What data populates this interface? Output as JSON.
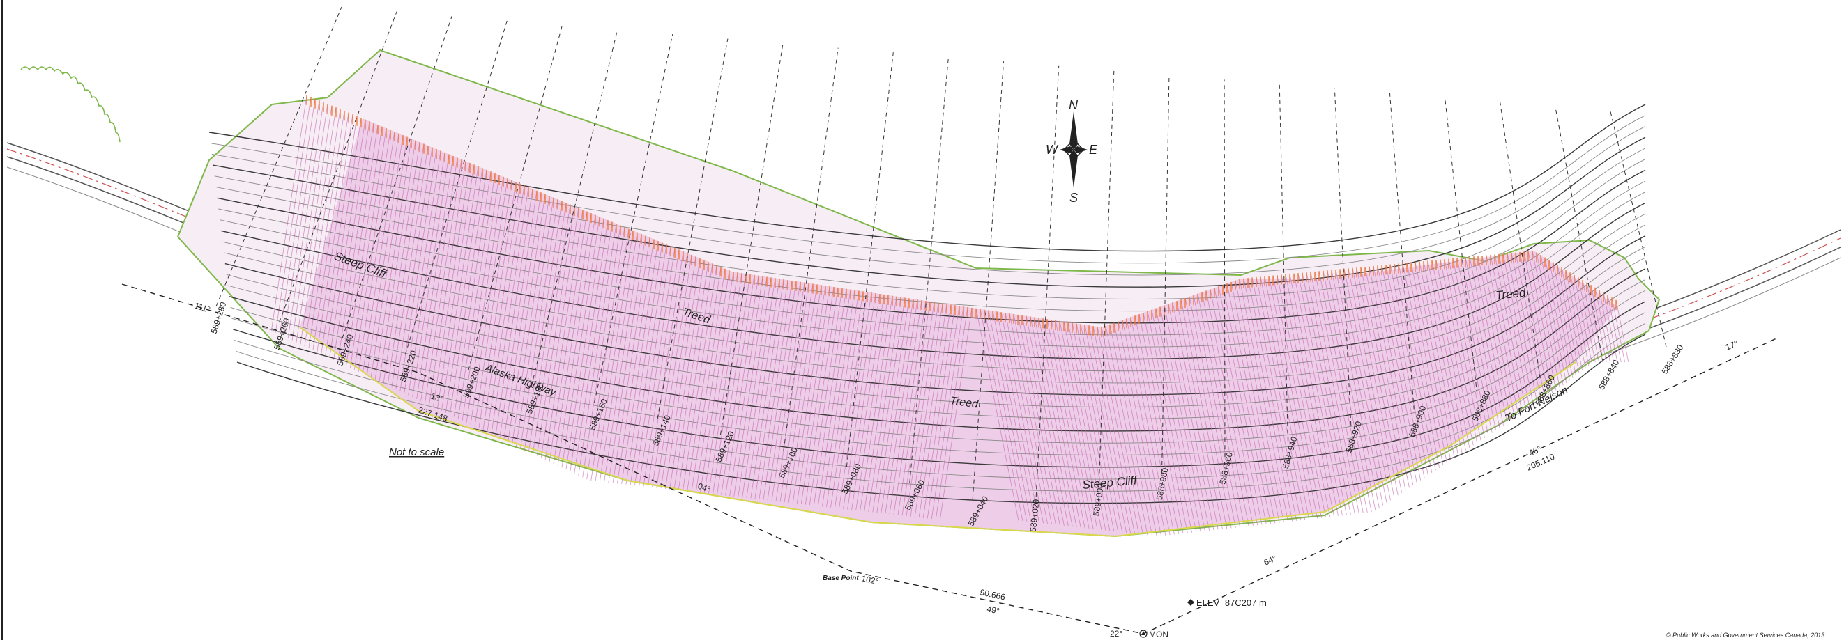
{
  "colors": {
    "contour": "#3a3a3a",
    "contour_light": "#8a8a8a",
    "boundary_green": "#7fb84a",
    "fill_magenta": "#b0308f",
    "fill_pink": "#e7b3dc",
    "edge_orange": "#f07a3a",
    "road_yellow": "#d8d84a",
    "centerline_red": "#d05050"
  },
  "compass": {
    "n": "N",
    "s": "S",
    "e": "E",
    "w": "W"
  },
  "areas": {
    "steep_cliff_top": "Steep Cliff",
    "treed_mid": "Treed",
    "treed_center": "Treed",
    "treed_right": "Treed",
    "steep_cliff_bottom": "Steep Cliff"
  },
  "road": {
    "highway": "Alaska Highway",
    "to_fort_nelson": "To Fort Nelson"
  },
  "note": "Not to scale",
  "chainage": [
    "589+280",
    "589+260",
    "589+240",
    "589+220",
    "589+200",
    "589+180",
    "589+160",
    "589+140",
    "589+120",
    "589+100",
    "589+080",
    "589+060",
    "589+040",
    "589+020",
    "589+000",
    "588+980",
    "588+960",
    "588+940",
    "588+920",
    "588+900",
    "588+880",
    "588+860",
    "588+840",
    "588+830"
  ],
  "survey": {
    "ang_111": "111°",
    "ang_13": "13°",
    "dist_227": "227.148",
    "ang_04": "04°",
    "base_point": "Base Point",
    "ang_102": "102°",
    "dist_90": "90.666",
    "ang_49": "49°",
    "ang_22": "22°",
    "mon": "MON",
    "elev": "ELEV=87C207 m",
    "ang_64": "64°",
    "ang_46": "46°",
    "dist_205": "205.110",
    "ang_17": "17°"
  },
  "credit": "© Public Works and Government Services Canada, 2013"
}
